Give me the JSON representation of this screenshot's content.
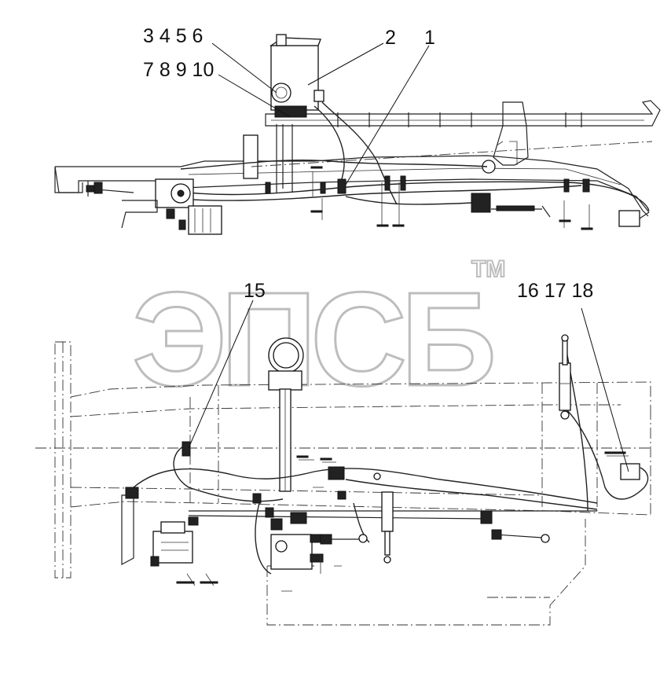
{
  "watermark": {
    "text": "ЭПСБ",
    "trademark": "TM"
  },
  "callouts": {
    "top_a": "3 4 5 6",
    "top_b": "2",
    "top_c": "1",
    "top_d": "7 8 9 10",
    "bottom_a": "15",
    "bottom_b": "16 17 18"
  }
}
